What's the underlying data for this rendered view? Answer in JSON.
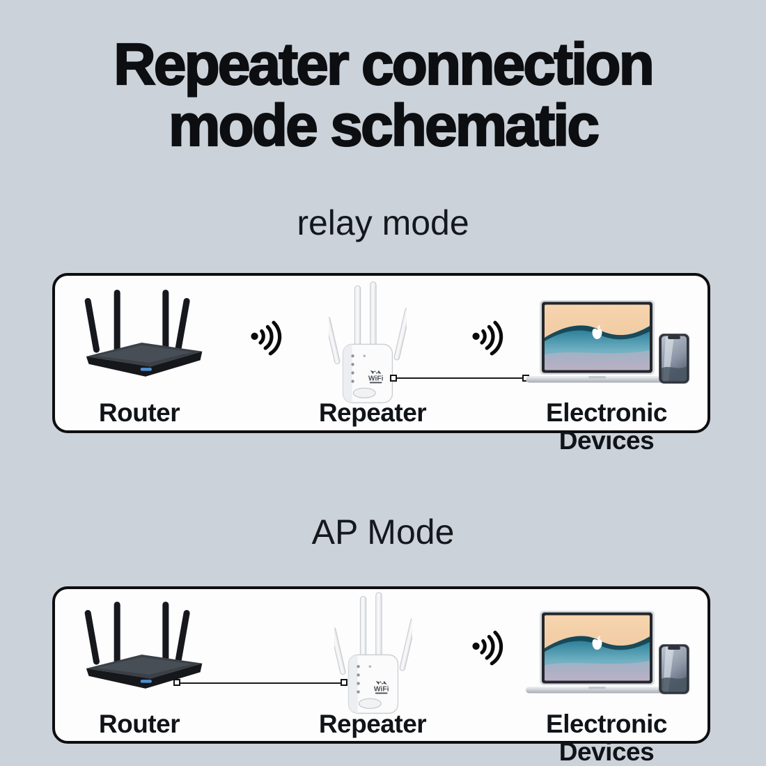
{
  "title": {
    "line1": "Repeater connection",
    "line2": "mode schematic"
  },
  "sections": [
    {
      "heading": "relay mode",
      "labels": {
        "router": "Router",
        "repeater": "Repeater",
        "devices": "Electronic Devices"
      },
      "links": [
        {
          "from": "router",
          "to": "repeater",
          "type": "wireless"
        },
        {
          "from": "repeater",
          "to": "devices",
          "type": "wireless-and-wired"
        }
      ]
    },
    {
      "heading": "AP Mode",
      "labels": {
        "router": "Router",
        "repeater": "Repeater",
        "devices": "Electronic Devices"
      },
      "links": [
        {
          "from": "router",
          "to": "repeater",
          "type": "wired"
        },
        {
          "from": "repeater",
          "to": "devices",
          "type": "wireless"
        }
      ]
    }
  ],
  "repeater_badge": "WiFi",
  "colors": {
    "background": "#ccd2da",
    "panel_background": "#fdfdfe",
    "panel_border": "#0e0e10",
    "title_text": "#0d0e11",
    "wifi_icon": "#0a0a0a",
    "router_led_blue": "#4e8fd0"
  }
}
